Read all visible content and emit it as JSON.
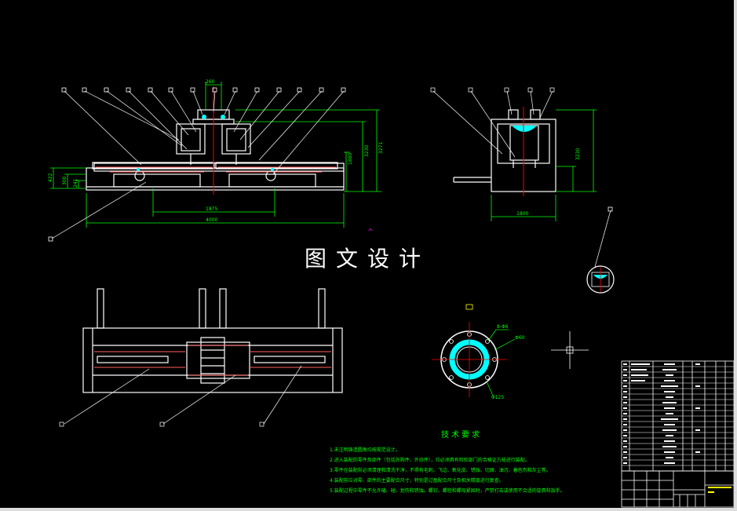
{
  "watermark": "图文设计",
  "front_view_dims": {
    "top_width": "260",
    "overall_width": "4000",
    "inner_width": "1875",
    "height_a": "1880",
    "height_b": "3230",
    "height_c": "3271",
    "left_a": "422",
    "left_b": "300",
    "left_c": "241"
  },
  "side_view_dims": {
    "width": "1800",
    "height": "3230"
  },
  "flange_dims": {
    "holes": "8-Φ6",
    "outer": "Φ60",
    "pcd": "Φ125"
  },
  "tech_requirements": {
    "title": "技术要求",
    "notes": [
      "1.未注明铸造圆角均按规范设计。",
      "2.进入装配的零件及部件（包括外购件、外协件），均必须具有检验部门的合格证方能进行装配。",
      "3.零件在装配前必须清理和清洗干净，不得有毛刺、飞边、氧化皮、锈蚀、切屑、油污、着色剂和灰尘等。",
      "4.装配前应对零、部件的主要配合尺寸，特别是过盈配合尺寸及相关精度进行复查。",
      "5.装配过程中零件不允许磕、碰、划伤和锈蚀。螺钉、螺栓和螺母紧固时，严禁打击或使用不合适的旋具和扳手。"
    ]
  },
  "colors": {
    "background": "#000000",
    "line": "#ffffff",
    "dimension": "#00ff00",
    "highlight": "#ff6060",
    "hatch": "#00ffff",
    "center": "#ff0000",
    "marker": "#ff00ff",
    "title_block_marks": "#ffff00"
  }
}
